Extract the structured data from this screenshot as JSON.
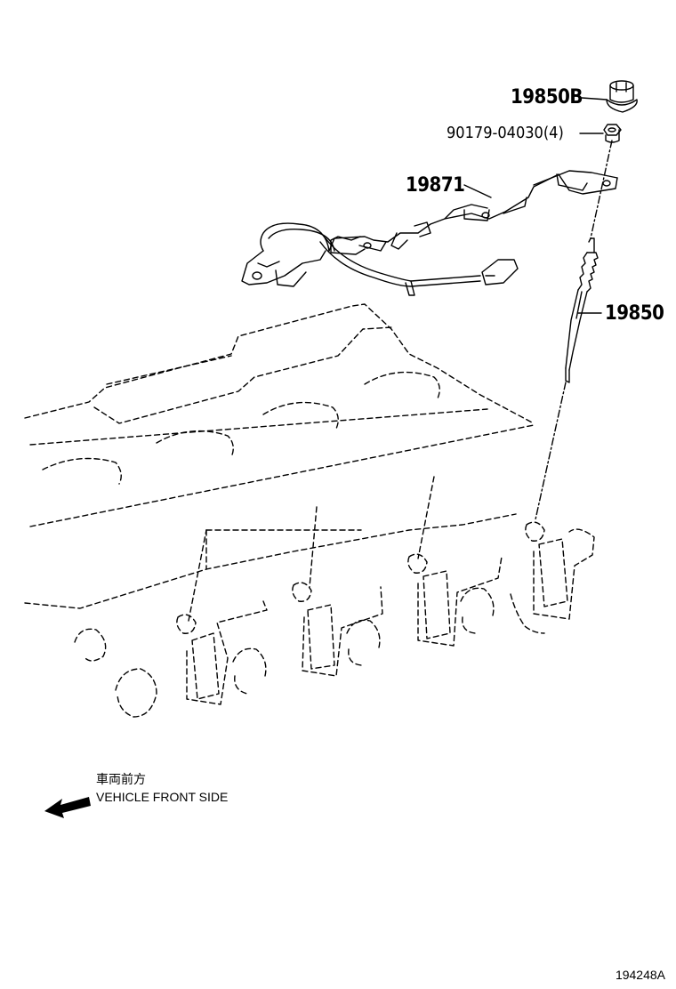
{
  "parts": {
    "grommet": "19850B",
    "nut": "90179-04030(4)",
    "connector_sub_assembly": "19871",
    "glow_plug": "19850"
  },
  "direction_note": {
    "japanese": "車両前方",
    "english": "VEHICLE FRONT SIDE"
  },
  "figure_number": "194248A",
  "icons": [
    "front-direction-arrow-icon"
  ]
}
